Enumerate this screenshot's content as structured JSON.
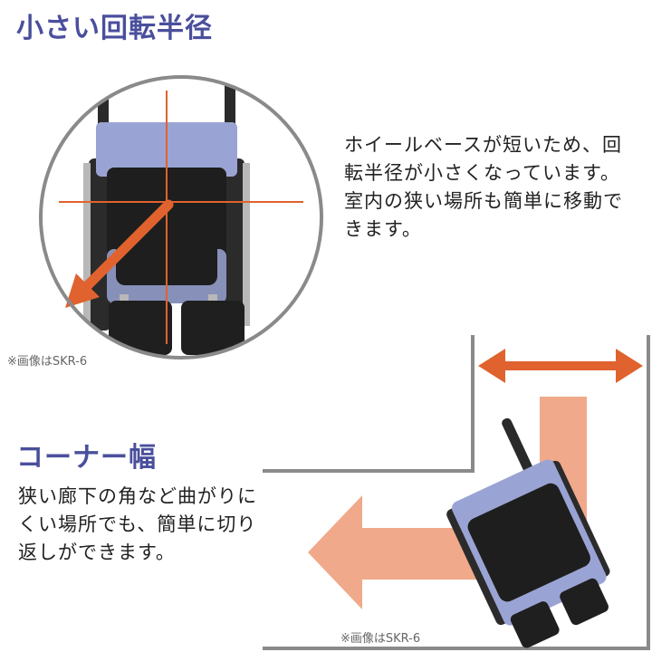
{
  "section_turn": {
    "title": "小さい回転半径",
    "description": "ホイールベースが短いため、回転半径が小さくなっています。室内の狭い場所も簡単に移動できます。",
    "caption": "※画像はSKR-6"
  },
  "section_corner": {
    "title": "コーナー幅",
    "description": "狭い廊下の角など曲がりにくい場所でも、簡単に切り返しができます。",
    "caption": "※画像はSKR-6"
  },
  "colors": {
    "heading": "#4a4f9c",
    "arrow_dark": "#e0622e",
    "arrow_light": "#f0a98a",
    "circle_border": "#8a8a8a",
    "wall": "#8a8a8a",
    "seat_blue": "#9aa4d4",
    "seat_black": "#1e1e1e"
  }
}
